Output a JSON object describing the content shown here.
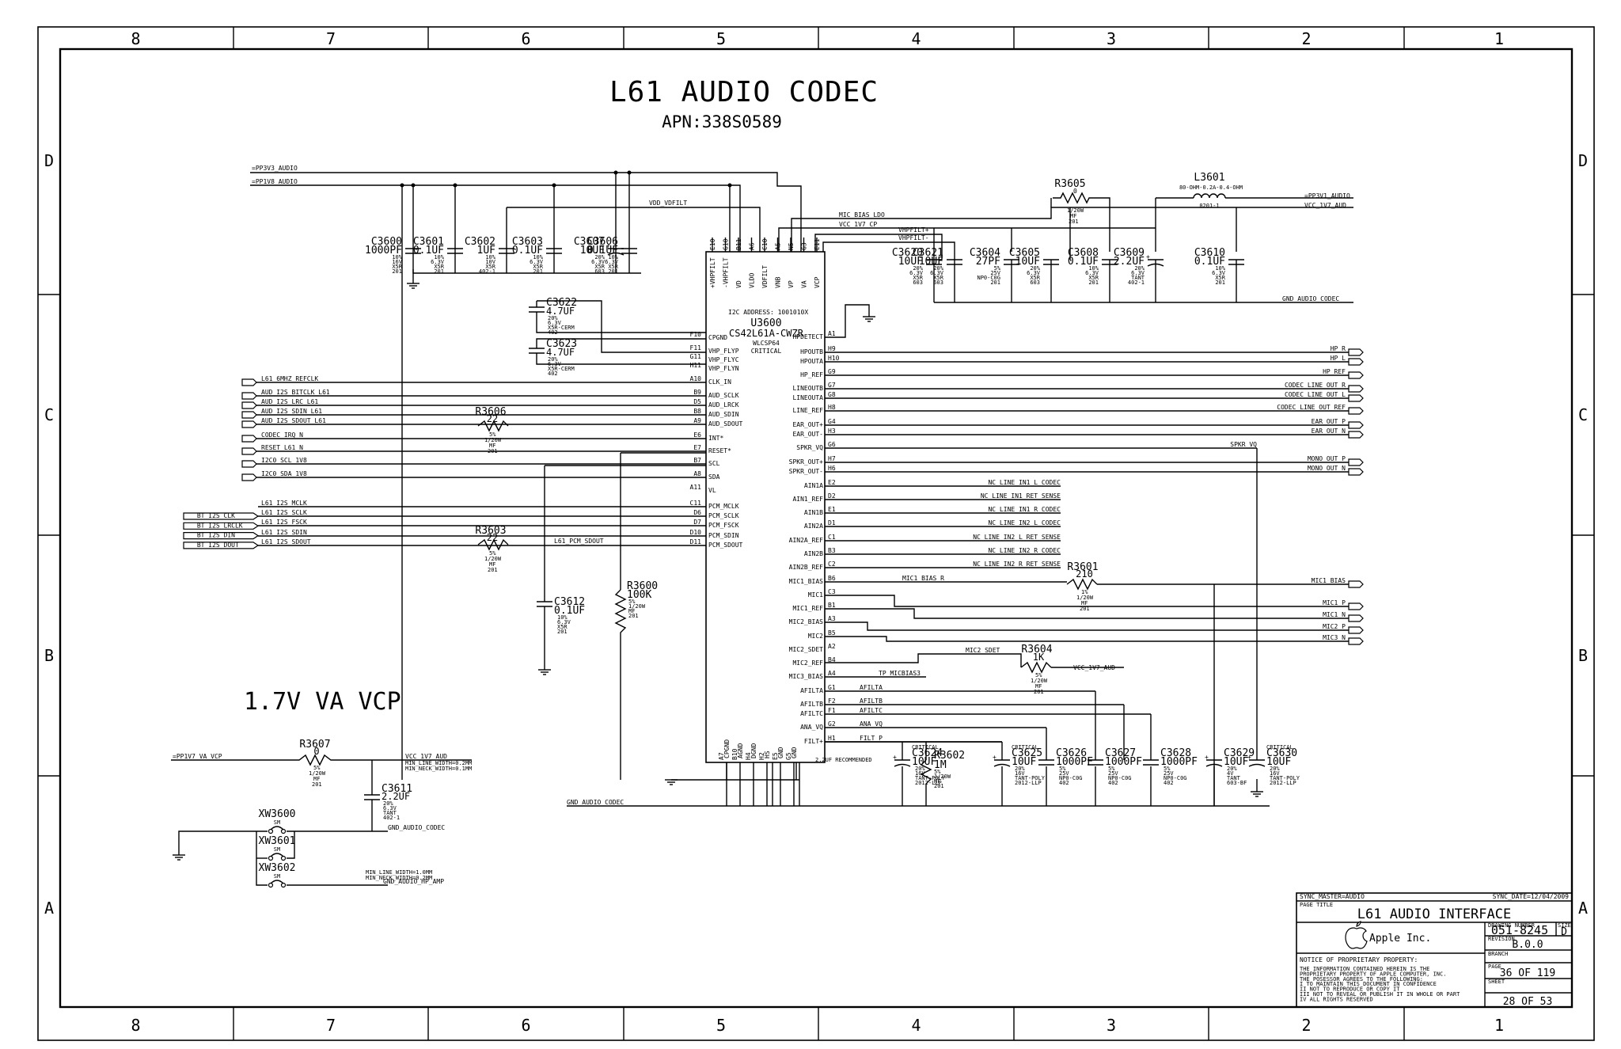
{
  "zones": {
    "columns": [
      "8",
      "7",
      "6",
      "5",
      "4",
      "3",
      "2",
      "1"
    ],
    "rows": [
      "D",
      "C",
      "B",
      "A"
    ]
  },
  "header": {
    "title": "L61 AUDIO CODEC",
    "apn": "APN:338S0589"
  },
  "section_label": "1.7V VA VCP",
  "supply_nets": {
    "pp3v3": "=PP3V3_AUDIO",
    "pp1v8": "=PP1V8_AUDIO",
    "pp3v1": "=PP3V1_AUDIO",
    "vcc1v7": "VCC_1V7_AUD",
    "vdd_vdfilt": "VDD_VDFILT",
    "mic_bias_ldo": "MIC_BIAS_LDO",
    "vcc1v7cp": "VCC_1V7_CP",
    "vhpfiltp": "VHPFILT+",
    "vhpfiltm": "VHPFILT-",
    "gnd_audio_codec": "GND_AUDIO_CODEC",
    "pp1v7_va_vcp": "=PP1V7_VA_VCP",
    "gnd_audio_hp_amp": "GND_AUDIO_HP_AMP",
    "vcc_1v7_aud_note1": "MIN_LINE_WIDTH=0.2MM",
    "vcc_1v7_aud_note2": "MIN_NECK_WIDTH=0.1MM",
    "gnd_note1": "MIN_LINE_WIDTH=1.0MM",
    "gnd_note2": "MIN_NECK_WIDTH=0.2MM"
  },
  "decaps_top": [
    {
      "ref": "C3600",
      "value": "1000PF",
      "spec": [
        "10%",
        "16V",
        "X5R",
        "201"
      ]
    },
    {
      "ref": "C3601",
      "value": "0.1UF",
      "spec": [
        "10%",
        "6.3V",
        "X5R",
        "201"
      ]
    },
    {
      "ref": "C3602",
      "value": "1UF",
      "spec": [
        "10%",
        "10V",
        "X5R",
        "402-1"
      ]
    },
    {
      "ref": "C3603",
      "value": "0.1UF",
      "spec": [
        "10%",
        "6.3V",
        "X5R",
        "201"
      ]
    },
    {
      "ref": "C3607",
      "value": "10UF",
      "spec": [
        "20%",
        "6.3V",
        "X5R",
        "603"
      ]
    },
    {
      "ref": "C3606",
      "value": "0.1UF",
      "spec": [
        "10%",
        "6.3V",
        "X5R",
        "201"
      ]
    }
  ],
  "decaps_right": [
    {
      "ref": "C3620",
      "value": "10UF",
      "spec": [
        "20%",
        "6.3V",
        "X5R",
        "603"
      ]
    },
    {
      "ref": "C3621",
      "value": "10UF",
      "spec": [
        "20%",
        "6.3V",
        "X5R",
        "603"
      ]
    },
    {
      "ref": "C3604",
      "value": "27PF",
      "spec": [
        "5%",
        "25V",
        "NP0-C0G",
        "201"
      ]
    },
    {
      "ref": "C3605",
      "value": "10UF",
      "spec": [
        "20%",
        "6.3V",
        "X5R",
        "603"
      ]
    },
    {
      "ref": "C3608",
      "value": "0.1UF",
      "spec": [
        "10%",
        "6.3V",
        "X5R",
        "201"
      ]
    },
    {
      "ref": "C3609",
      "value": "2.2UF",
      "spec": [
        "20%",
        "6.3V",
        "TANT",
        "402-1"
      ]
    },
    {
      "ref": "C3610",
      "value": "0.1UF",
      "spec": [
        "10%",
        "6.3V",
        "X5R",
        "201"
      ]
    }
  ],
  "flying_caps": [
    {
      "ref": "C3622",
      "value": "4.7UF",
      "spec": [
        "20%",
        "6.3V",
        "X5R-CERM",
        "402"
      ]
    },
    {
      "ref": "C3623",
      "value": "4.7UF",
      "spec": [
        "20%",
        "6.3V",
        "X5R-CERM",
        "402"
      ]
    }
  ],
  "inductor": {
    "ref": "L3601",
    "value": "80-OHM-0.2A-0.4-OHM",
    "pkg": "0201-1"
  },
  "r3605": {
    "ref": "R3605",
    "value": "0",
    "spec": [
      "1/20W",
      "MF",
      "201"
    ]
  },
  "ic": {
    "ref": "U3600",
    "part": "CS42L61A-CWZR",
    "pkg": "WLCSP64",
    "crit": "CRITICAL",
    "i2c": "I2C ADDRESS: 1001010X",
    "top_pins": [
      "+VHPFILT",
      "-VHPFILT",
      "VD",
      "VLDO",
      "VDFILT",
      "VNB",
      "VP",
      "VA",
      "VCP"
    ],
    "top_balls": [
      "E10",
      "G10",
      "B11",
      "A6",
      "C10",
      "A5",
      "N5",
      "G3",
      "E11"
    ],
    "bot_pins": [
      "CPGND",
      "AGND",
      "DGND",
      "HS",
      "GND",
      "GND"
    ],
    "bot_balls": [
      "A7",
      "B10",
      "H4",
      "H2",
      "E5",
      "G5"
    ],
    "left_pins": [
      {
        "ball": "F10",
        "name": "CPGND"
      },
      {
        "ball": "F11",
        "name": "VHP_FLYP"
      },
      {
        "ball": "G11",
        "name": "VHP_FLYC"
      },
      {
        "ball": "H11",
        "name": "VHP_FLYN"
      },
      {
        "ball": "A10",
        "name": "CLK_IN"
      },
      {
        "ball": "B9",
        "name": "AUD_SCLK"
      },
      {
        "ball": "D5",
        "name": "AUD_LRCK"
      },
      {
        "ball": "B8",
        "name": "AUD_SDIN"
      },
      {
        "ball": "A9",
        "name": "AUD_SDOUT"
      },
      {
        "ball": "E6",
        "name": "INT*"
      },
      {
        "ball": "E7",
        "name": "RESET*"
      },
      {
        "ball": "B7",
        "name": "SCL"
      },
      {
        "ball": "A8",
        "name": "SDA"
      },
      {
        "ball": "A11",
        "name": "VL"
      },
      {
        "ball": "C11",
        "name": "PCM_MCLK"
      },
      {
        "ball": "D6",
        "name": "PCM_SCLK"
      },
      {
        "ball": "D7",
        "name": "PCM_FSCK"
      },
      {
        "ball": "D10",
        "name": "PCM_SDIN"
      },
      {
        "ball": "D11",
        "name": "PCM_SDOUT"
      }
    ],
    "right_pins": [
      {
        "ball": "A1",
        "name": "HPDETECT"
      },
      {
        "ball": "H9",
        "name": "HPOUTB"
      },
      {
        "ball": "H10",
        "name": "HPOUTA"
      },
      {
        "ball": "G9",
        "name": "HP_REF"
      },
      {
        "ball": "G7",
        "name": "LINEOUTB"
      },
      {
        "ball": "G8",
        "name": "LINEOUTA"
      },
      {
        "ball": "H8",
        "name": "LINE_REF"
      },
      {
        "ball": "G4",
        "name": "EAR_OUT+"
      },
      {
        "ball": "H3",
        "name": "EAR_OUT-"
      },
      {
        "ball": "G6",
        "name": "SPKR_VQ"
      },
      {
        "ball": "H7",
        "name": "SPKR_OUT+"
      },
      {
        "ball": "H6",
        "name": "SPKR_OUT-"
      },
      {
        "ball": "E2",
        "name": "AIN1A"
      },
      {
        "ball": "D2",
        "name": "AIN1_REF"
      },
      {
        "ball": "E1",
        "name": "AIN1B"
      },
      {
        "ball": "D1",
        "name": "AIN2A"
      },
      {
        "ball": "C1",
        "name": "AIN2A_REF"
      },
      {
        "ball": "B3",
        "name": "AIN2B"
      },
      {
        "ball": "C2",
        "name": "AIN2B_REF"
      },
      {
        "ball": "B6",
        "name": "MIC1_BIAS"
      },
      {
        "ball": "C3",
        "name": "MIC1"
      },
      {
        "ball": "B1",
        "name": "MIC1_REF"
      },
      {
        "ball": "A3",
        "name": "MIC2_BIAS"
      },
      {
        "ball": "B5",
        "name": "MIC2"
      },
      {
        "ball": "A2",
        "name": "MIC2_SDET"
      },
      {
        "ball": "B4",
        "name": "MIC2_REF"
      },
      {
        "ball": "A4",
        "name": "MIC3_BIAS"
      },
      {
        "ball": "G1",
        "name": "AFILTA"
      },
      {
        "ball": "F2",
        "name": "AFILTB"
      },
      {
        "ball": "F1",
        "name": "AFILTC"
      },
      {
        "ball": "G2",
        "name": "ANA_VQ"
      },
      {
        "ball": "H1",
        "name": "FILT+"
      }
    ]
  },
  "left_nets": [
    {
      "flag": "L61_6MHZ_REFCLK"
    },
    {
      "flag": "AUD_I2S_BITCLK_L61"
    },
    {
      "flag": "AUD_I2S_LRC_L61"
    },
    {
      "flag": "AUD_I2S_SDIN_L61"
    },
    {
      "flag": "AUD_I2S_SDOUT_L61"
    },
    {
      "flag": "CODEC_IRQ_N"
    },
    {
      "flag": "RESET_L61_N"
    },
    {
      "flag": "I2C0_SCL_1V8"
    },
    {
      "flag": "I2C0_SDA_1V8"
    },
    {
      "flag": "L61_I2S_MCLK"
    },
    {
      "flag": "L61_I2S_SCLK"
    },
    {
      "flag": "L61_I2S_FSCK"
    },
    {
      "flag": "L61_I2S_SDIN"
    },
    {
      "flag": "L61_I2S_SDOUT"
    }
  ],
  "bt_nets": [
    "_BT_I2S_CLK",
    "_BT_I2S_LRCLK",
    "_BT_I2S_DIN",
    "_BT_I2S_DOUT"
  ],
  "r3606": {
    "ref": "R3606",
    "value": "22",
    "spec": [
      "5%",
      "1/20W",
      "MF",
      "201"
    ]
  },
  "r3603": {
    "ref": "R3603",
    "value": "22",
    "spec": [
      "5%",
      "1/20W",
      "MF",
      "201"
    ]
  },
  "pcm_sdout_net": "L61_PCM_SDOUT",
  "c3612": {
    "ref": "C3612",
    "value": "0.1UF",
    "spec": [
      "10%",
      "6.3V",
      "X5R",
      "201"
    ]
  },
  "r3600": {
    "ref": "R3600",
    "value": "100K",
    "spec": [
      "5%",
      "1/20W",
      "MF",
      "201"
    ]
  },
  "right_nets": [
    "HP_R",
    "HP_L",
    "HP_REF",
    "CODEC_LINE_OUT_R",
    "CODEC_LINE_OUT_L",
    "CODEC_LINE_OUT_REF",
    "EAR_OUT_P",
    "EAR_OUT_N",
    "SPKR_VQ",
    "MONO_OUT_P",
    "MONO_OUT_N",
    "NC_LINE_IN1_L_CODEC",
    "NC_LINE_IN1_RET_SENSE",
    "NC_LINE_IN1_R_CODEC",
    "NC_LINE_IN2_L_CODEC",
    "NC_LINE_IN2_L_RET_SENSE",
    "NC_LINE_IN2_R_CODEC",
    "NC_LINE_IN2_R_RET_SENSE",
    "MIC1_BIAS_R",
    "MIC1_BIAS",
    "MIC1_P",
    "MIC1_N",
    "MIC2_P",
    "MIC3_N",
    "MIC2_SDET",
    "TP_MICBIAS3",
    "AFILTA",
    "AFILTB",
    "AFILTC",
    "ANA_VQ",
    "FILT_P"
  ],
  "r3601": {
    "ref": "R3601",
    "value": "210",
    "spec": [
      "1%",
      "1/20W",
      "MF",
      "201"
    ]
  },
  "r3604": {
    "ref": "R3604",
    "value": "1K",
    "spec": [
      "5%",
      "1/20W",
      "MF",
      "201"
    ]
  },
  "bottom_caps": [
    {
      "ref": "C3624",
      "value": "10UF",
      "crit": "CRITICAL",
      "spec": [
        "20%",
        "16V",
        "TANT-POLY",
        "2012-LLP"
      ]
    },
    {
      "ref": "C3625",
      "value": "10UF",
      "crit": "CRITICAL",
      "spec": [
        "20%",
        "16V",
        "TANT-POLY",
        "2012-LLP"
      ]
    },
    {
      "ref": "C3626",
      "value": "1000PF",
      "spec": [
        "5%",
        "25V",
        "NP0-C0G",
        "402"
      ]
    },
    {
      "ref": "C3627",
      "value": "1000PF",
      "spec": [
        "5%",
        "25V",
        "NP0-C0G",
        "402"
      ]
    },
    {
      "ref": "C3628",
      "value": "1000PF",
      "spec": [
        "5%",
        "25V",
        "NP0-C0G",
        "402"
      ]
    },
    {
      "ref": "C3629",
      "value": "10UF",
      "spec": [
        "20%",
        "4V",
        "TANT",
        "603-BF"
      ]
    },
    {
      "ref": "C3630",
      "value": "10UF",
      "crit": "CRITICAL",
      "spec": [
        "20%",
        "16V",
        "TANT-POLY",
        "2012-LLP"
      ]
    }
  ],
  "r3602": {
    "ref": "R3602",
    "value": "1M",
    "spec": [
      "5%",
      "1/20W",
      "MF",
      "201"
    ]
  },
  "recommended": "2.2UF RECOMMENDED",
  "r3607": {
    "ref": "R3607",
    "value": "0",
    "spec": [
      "5%",
      "1/20W",
      "MF",
      "201"
    ]
  },
  "c3611": {
    "ref": "C3611",
    "value": "2.2UF",
    "spec": [
      "20%",
      "6.3V",
      "TANT",
      "402-1"
    ]
  },
  "xw": [
    "XW3600",
    "XW3601",
    "XW3602"
  ],
  "xw_pkg": "SM",
  "title_block": {
    "sync_master": "SYNC_MASTER=AUDIO",
    "sync_date": "SYNC_DATE=12/04/2009",
    "page_title_label": "PAGE TITLE",
    "page_title": "L61 AUDIO INTERFACE",
    "company": "Apple Inc.",
    "drawing_number_label": "DRAWING NUMBER",
    "drawing_number": "051-8245",
    "size_label": "SIZE",
    "size": "D",
    "revision_label": "REVISION",
    "revision": "B.0.0",
    "branch_label": "BRANCH",
    "page_label": "PAGE",
    "page": "36 OF 119",
    "sheet_label": "SHEET",
    "sheet": "28 OF 53",
    "notice_title": "NOTICE OF PROPRIETARY PROPERTY:",
    "notice_lines": [
      "THE INFORMATION CONTAINED HEREIN IS THE",
      "PROPRIETARY PROPERTY OF APPLE COMPUTER, INC.",
      "THE POSESSOR AGREES TO THE FOLLOWING:",
      " I TO MAINTAIN THIS DOCUMENT IN CONFIDENCE",
      " II NOT TO REPRODUCE OR COPY IT",
      "III NOT TO REVEAL OR PUBLISH IT IN WHOLE OR PART",
      " IV ALL RIGHTS RESERVED"
    ]
  }
}
